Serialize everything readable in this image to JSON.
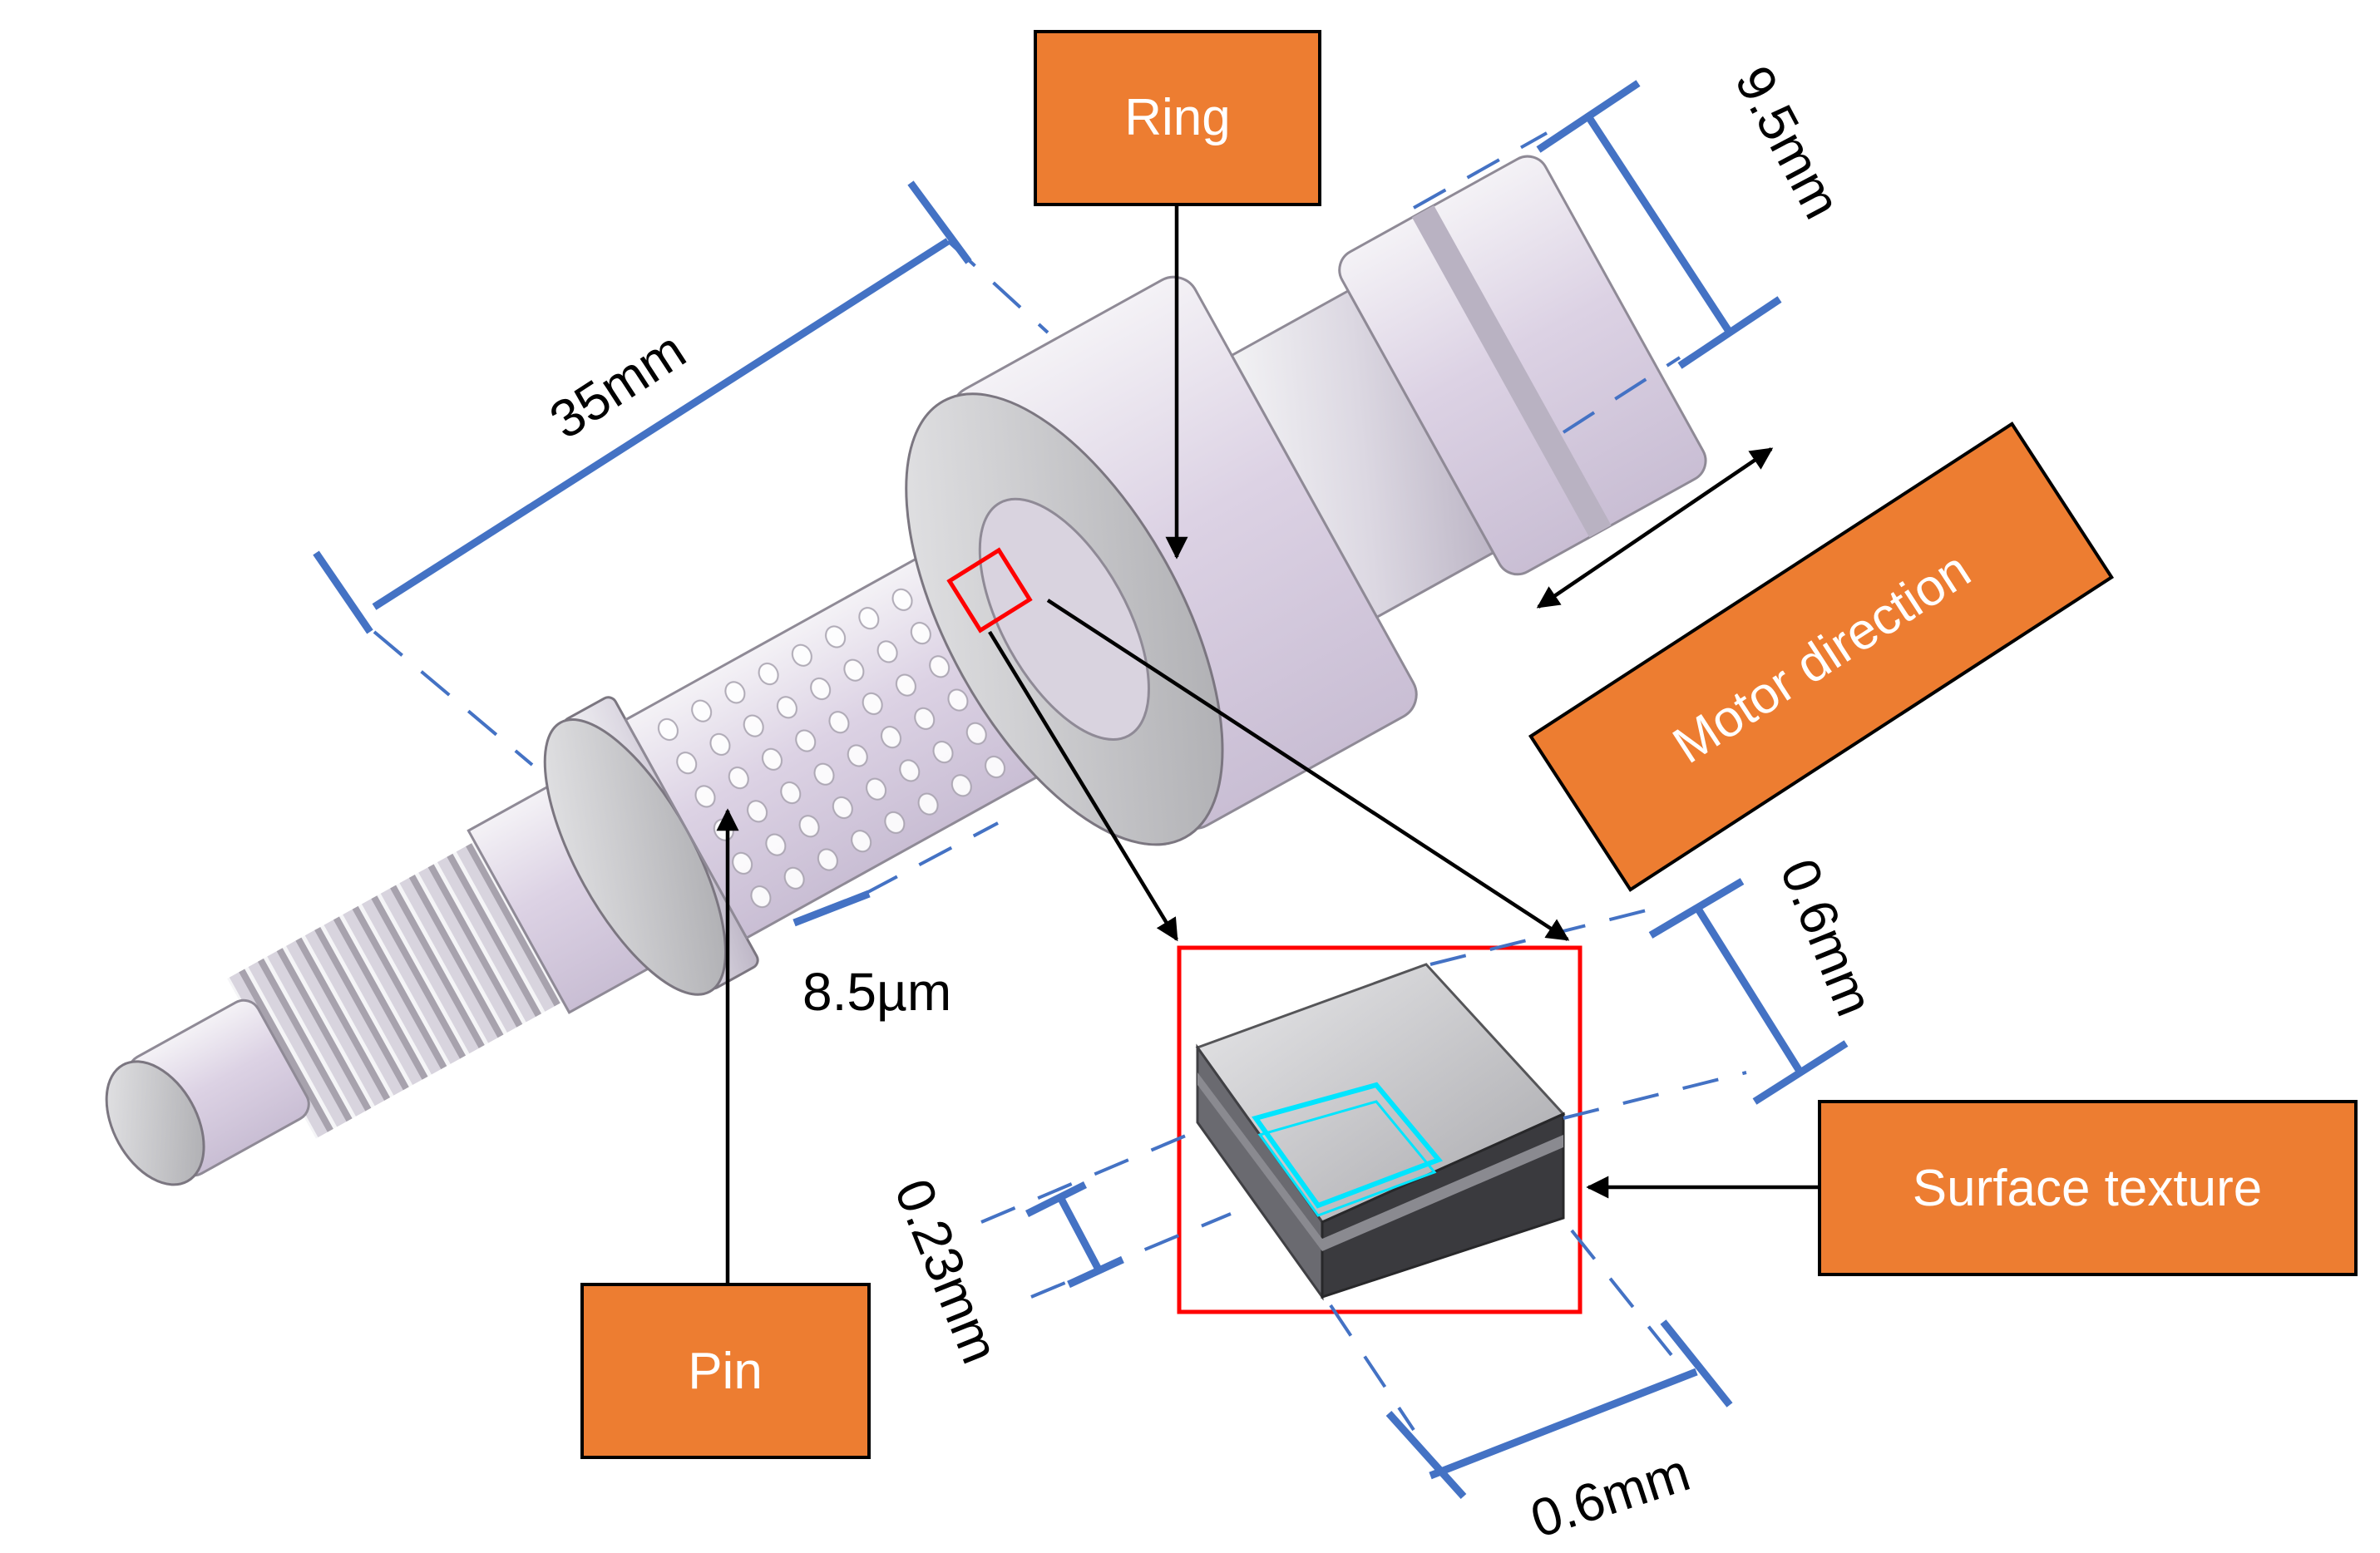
{
  "colors": {
    "label_fill": "#ed7d31",
    "dimension_line": "#4472c4",
    "inset_frame": "#ff0000",
    "texture_outline": "#00e5ff"
  },
  "labels": {
    "ring": "Ring",
    "pin": "Pin",
    "motor_direction": "Motor direction",
    "surface_texture": "Surface texture"
  },
  "dimensions": {
    "pin_length": "35mm",
    "ring_diameter": "9.5mm",
    "dimple_depth": "8.5µm",
    "texture_height": "0.6mm",
    "texture_width": "0.6mm",
    "texture_depth": "0.23mm"
  }
}
